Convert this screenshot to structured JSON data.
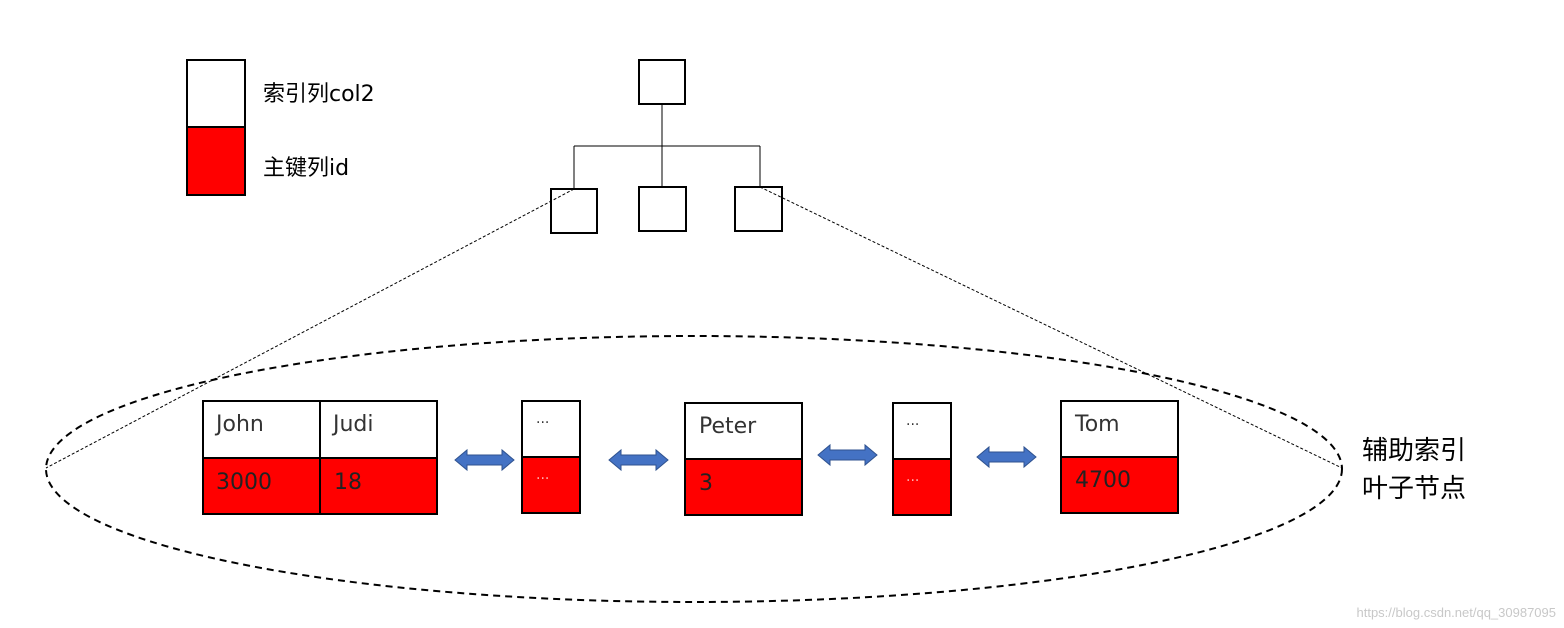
{
  "legend": {
    "index_column_label": "索引列col2",
    "primary_key_label": "主键列id",
    "index_color": "#ffffff",
    "primary_color": "#ff0000"
  },
  "side_label": {
    "line1": "辅助索引",
    "line2": "叶子节点"
  },
  "leaf_nodes": {
    "node1": {
      "keys": [
        "John",
        "Judi"
      ],
      "ids": [
        "3000",
        "18"
      ]
    },
    "node2": {
      "key": "...",
      "id": "..."
    },
    "node3": {
      "key": "Peter",
      "id": "3"
    },
    "node4": {
      "key": "...",
      "id": "..."
    },
    "node5": {
      "key": "Tom",
      "id": "4700"
    }
  },
  "watermark": "https://blog.csdn.net/qq_30987095",
  "colors": {
    "arrow": "#4472c4",
    "red_fill": "#ff0000",
    "border": "#000000"
  }
}
